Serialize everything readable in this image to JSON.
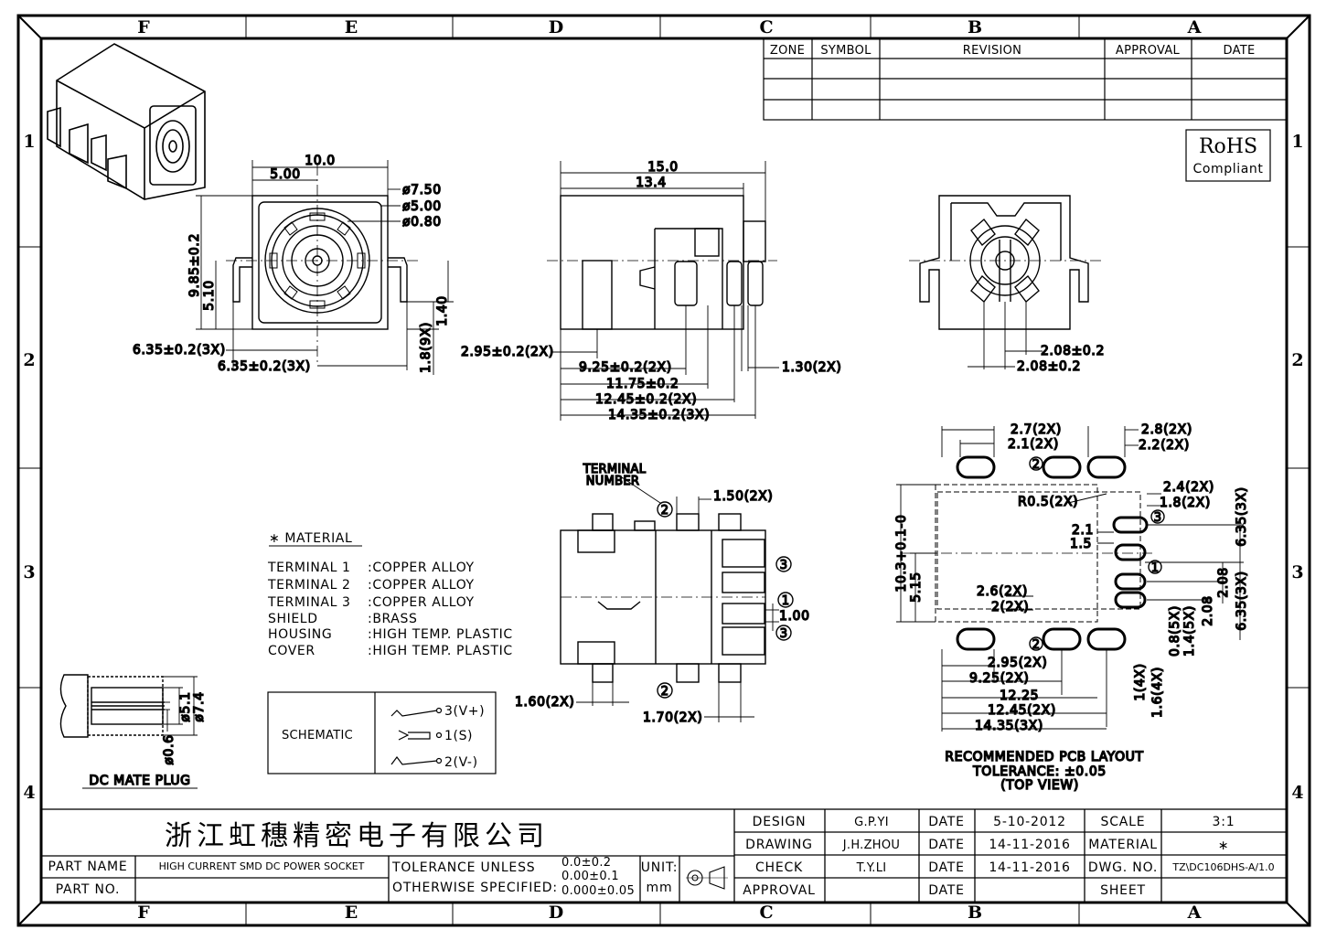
{
  "zones": {
    "columns": [
      "F",
      "E",
      "D",
      "C",
      "B",
      "A"
    ],
    "rows": [
      "1",
      "2",
      "3",
      "4"
    ]
  },
  "revision_table": {
    "headers": [
      "ZONE",
      "SYMBOL",
      "REVISION",
      "APPROVAL",
      "DATE"
    ]
  },
  "rohs": {
    "title": "RoHS",
    "subtitle": "Compliant"
  },
  "front_view": {
    "dims": [
      "10.0",
      "5.00",
      "ø7.50",
      "ø5.00",
      "ø0.80",
      "9.85±0.2",
      "5.10",
      "1.40",
      "1.8(9X)",
      "6.35±0.2(3X)",
      "6.35±0.2(3X)"
    ]
  },
  "side_view": {
    "dims": [
      "15.0",
      "13.4",
      "2.95±0.2(2X)",
      "9.25±0.2(2X)",
      "11.75±0.2",
      "12.45±0.2(2X)",
      "14.35±0.2(3X)",
      "1.30(2X)"
    ]
  },
  "rear_view": {
    "dims": [
      "2.08±0.2",
      "2.08±0.2"
    ]
  },
  "bottom_view": {
    "terminal_label_1": "TERMINAL",
    "terminal_label_2": "NUMBER",
    "dims": [
      "1.50(2X)",
      "1.00",
      "1.60(2X)",
      "1.70(2X)"
    ],
    "markers": [
      "2",
      "3",
      "1",
      "3",
      "2"
    ]
  },
  "pcb_layout": {
    "dims_top": [
      "2.7(2X)",
      "2.1(2X)",
      "2.8(2X)",
      "2.2(2X)",
      "2.4(2X)",
      "1.8(2X)",
      "R0.5(2X)",
      "2.1",
      "1.5",
      "2.6(2X)",
      "2(2X)"
    ],
    "dims_side": [
      "10.3+0.1-0",
      "5.15",
      "6.35(3X)",
      "2.08",
      "6.35(3X)",
      "2.08",
      "0.8(5X)",
      "1.4(5X)",
      "1(4X)",
      "1.6(4X)"
    ],
    "dims_bottom": [
      "2.95(2X)",
      "9.25(2X)",
      "12.25",
      "12.45(2X)",
      "14.35(3X)"
    ],
    "markers": [
      "2",
      "3",
      "1",
      "2"
    ],
    "caption": [
      "RECOMMENDED PCB LAYOUT",
      "TOLERANCE: ±0.05",
      "(TOP VIEW)"
    ]
  },
  "material": {
    "title": "∗ MATERIAL",
    "rows": [
      {
        "part": "TERMINAL 1",
        "value": ":COPPER ALLOY"
      },
      {
        "part": "TERMINAL 2",
        "value": ":COPPER ALLOY"
      },
      {
        "part": "TERMINAL 3",
        "value": ":COPPER ALLOY"
      },
      {
        "part": "SHIELD",
        "value": ":BRASS"
      },
      {
        "part": "HOUSING",
        "value": ":HIGH TEMP. PLASTIC"
      },
      {
        "part": "COVER",
        "value": ":HIGH TEMP. PLASTIC"
      }
    ]
  },
  "schematic": {
    "label": "SCHEMATIC",
    "pins": [
      "3(V+)",
      "1(S)",
      "2(V-)"
    ]
  },
  "mate_plug": {
    "title": "DC MATE PLUG",
    "dims": [
      "ø5.1",
      "ø7.4",
      "ø0.6"
    ]
  },
  "title_block": {
    "company": "浙江虹穗精密电子有限公司",
    "part_name_label": "PART NAME",
    "part_name": "HIGH CURRENT SMD DC POWER SOCKET",
    "part_no_label": "PART NO.",
    "tolerance_1": "TOLERANCE UNLESS",
    "tolerance_2": "OTHERWISE SPECIFIED:",
    "tol_values": [
      "0.0±0.2",
      "0.00±0.1",
      "0.000±0.05"
    ],
    "unit_label": "UNIT:",
    "unit": "mm",
    "rows": [
      {
        "role": "DESIGN",
        "name": "G.P.YI",
        "date_label": "DATE",
        "date": "5-10-2012",
        "key": "SCALE",
        "value": "3:1"
      },
      {
        "role": "DRAWING",
        "name": "J.H.ZHOU",
        "date_label": "DATE",
        "date": "14-11-2016",
        "key": "MATERIAL",
        "value": "∗"
      },
      {
        "role": "CHECK",
        "name": "T.Y.LI",
        "date_label": "DATE",
        "date": "14-11-2016",
        "key": "DWG. NO.",
        "value": "TZ\\DC106DHS-A/1.0"
      },
      {
        "role": "APPROVAL",
        "name": "",
        "date_label": "DATE",
        "date": "",
        "key": "SHEET",
        "value": ""
      }
    ]
  }
}
